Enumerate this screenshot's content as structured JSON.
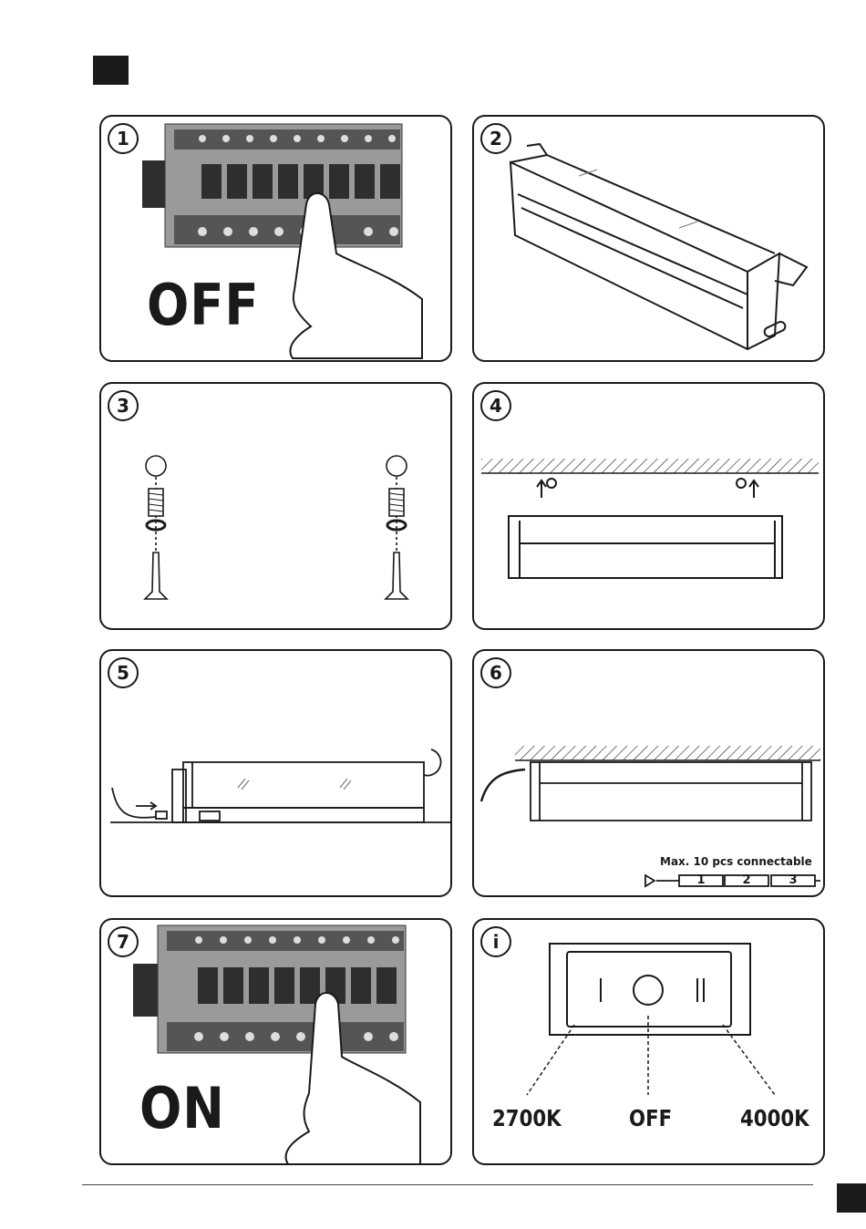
{
  "steps": [
    {
      "number": "1",
      "word": "OFF"
    },
    {
      "number": "2"
    },
    {
      "number": "3"
    },
    {
      "number": "4"
    },
    {
      "number": "5"
    },
    {
      "number": "6",
      "note": "Max. 10 pcs connectable",
      "boxes": [
        "1",
        "2",
        "3"
      ]
    },
    {
      "number": "7",
      "word": "ON"
    },
    {
      "number": "i",
      "labels": {
        "left": "2700K",
        "center": "OFF",
        "right": "4000K"
      }
    }
  ],
  "colors": {
    "ink": "#1a1a1a",
    "breaker": "#555555",
    "breaker_dark": "#2e2e2e"
  }
}
